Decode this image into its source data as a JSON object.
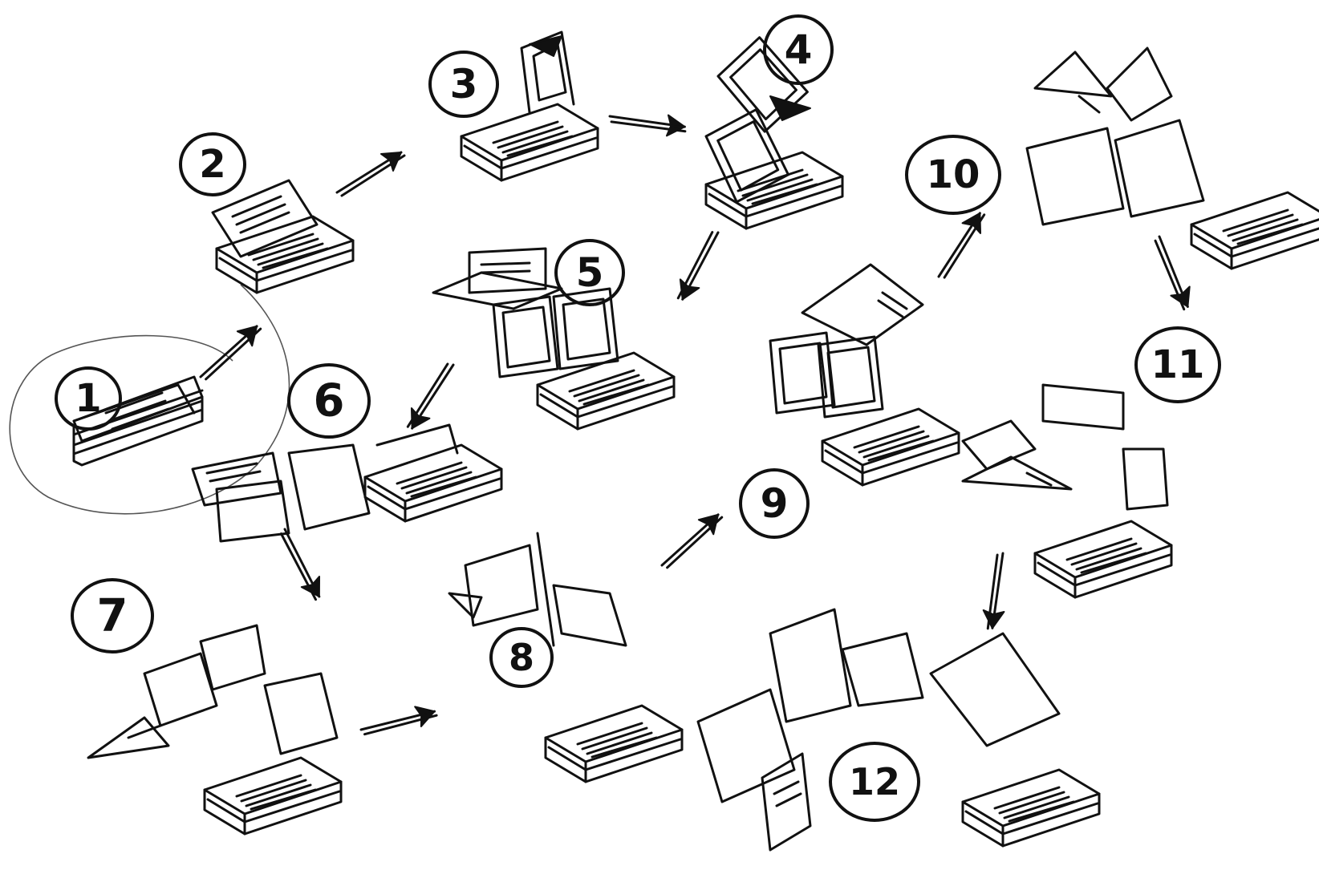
{
  "steps": [
    {
      "number": "1"
    },
    {
      "number": "2"
    },
    {
      "number": "3"
    },
    {
      "number": "4"
    },
    {
      "number": "5"
    },
    {
      "number": "6"
    },
    {
      "number": "7"
    },
    {
      "number": "8"
    },
    {
      "number": "9"
    },
    {
      "number": "10"
    },
    {
      "number": "11"
    },
    {
      "number": "12"
    }
  ],
  "colors": {
    "ink": "#111111",
    "background": "#ffffff",
    "guide_loop": "#555555"
  },
  "icons": [
    "folded-paper-stack-icon",
    "open-box-icon",
    "hand-drawn-arrow-icon"
  ]
}
